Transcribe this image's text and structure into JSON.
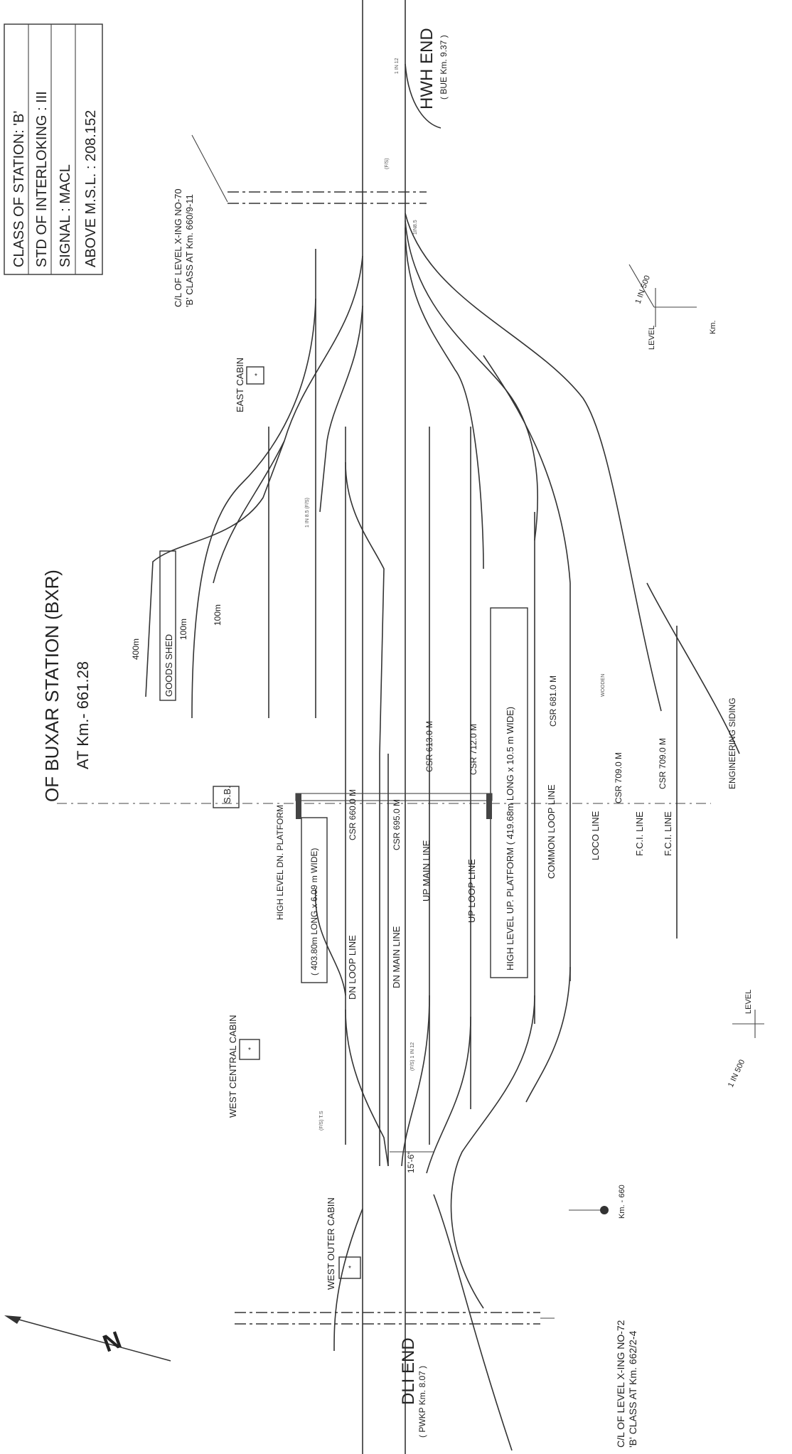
{
  "info_box": {
    "class": "CLASS OF STATION: 'B'",
    "interlocking": "STD OF INTERLOKING : III",
    "signal": "SIGNAL : MACL",
    "msl": "ABOVE M.S.L. : 208.152"
  },
  "station": {
    "title": "OF BUXAR STATION (BXR)",
    "km": "AT Km.- 661.28"
  },
  "ends": {
    "hwh": "HWH END",
    "hwh_km": "( BUE Km. 9.37 )",
    "dli": "DLI END",
    "dli_km": "( PWKP Km. 8.07 )"
  },
  "level_crossings": {
    "lc70_line1": "C/L OF LEVEL X-ING NO-70",
    "lc70_line2": "'B' CLASS AT Km. 660/9-11",
    "lc72_line1": "C/L OF LEVEL X-ING NO-72",
    "lc72_line2": "'B' CLASS AT Km. 662/2-4"
  },
  "cabins": {
    "east": "EAST CABIN",
    "west_central": "WEST CENTRAL CABIN",
    "west_outer": "WEST OUTER CABIN",
    "sb": "S.B."
  },
  "goods": {
    "shed": "GOODS SHED",
    "len400": "400m",
    "len100a": "100m",
    "len100b": "100m"
  },
  "platforms": {
    "dn_title": "HIGH LEVEL  DN. PLATFORM",
    "dn_dims": "( 403.80m LONG x 6.09 m WIDE)",
    "up_title": "HIGH LEVEL  UP. PLATFORM  ( 419.68m LONG x 10.5 m WIDE)"
  },
  "lines": {
    "dn_loop": "DN LOOP LINE",
    "dn_main": "DN MAIN LINE",
    "up_main": "UP MAIN LINE",
    "up_loop": "UP LOOP LINE",
    "common_loop": "COMMON LOOP LINE",
    "loco": "LOCO LINE",
    "fci1": "F.C.I. LINE",
    "fci2": "F.C.I. LINE",
    "engineering": "ENGINEERING SIDING"
  },
  "csr": {
    "dn_loop": "CSR 660.0 M",
    "dn_main": "CSR 695.0 M",
    "up_main": "CSR 613.0 M",
    "up_loop": "CSR 712.0 M",
    "common": "CSR 681.0 M",
    "loco": "CSR 709.0 M",
    "fci": "CSR 709.0 M"
  },
  "spacing": "15'-6\"",
  "km_marker": "Km. - 660",
  "gradients": {
    "top_level": "LEVEL",
    "top_ratio": "1 IN 500",
    "top_km": "Km.",
    "bottom_level": "LEVEL",
    "bottom_ratio": "1 IN 500"
  },
  "north": "N",
  "points": {
    "p1": "1 IN 12",
    "p2": "(F/S)",
    "p3": "1IN8.5",
    "p4": "(F/S) 1 IN 12",
    "p5": "1 IN 8.5 (F/S)",
    "p6": "(F/S) T.S",
    "p7": "WOODEN"
  }
}
